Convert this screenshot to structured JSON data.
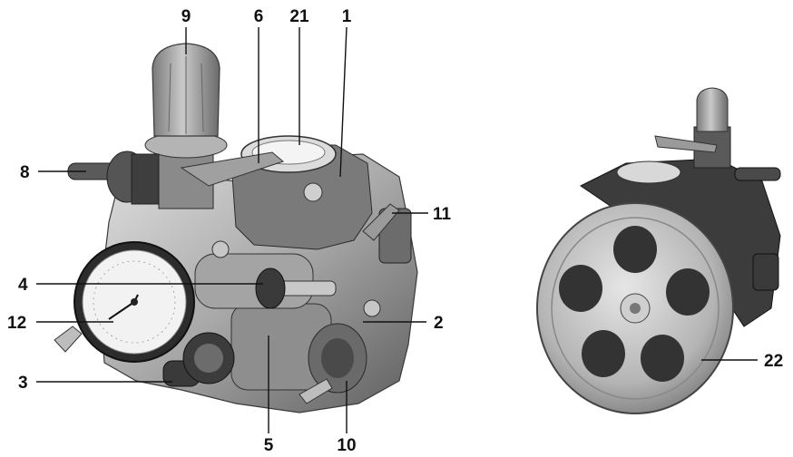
{
  "callouts": {
    "c9": "9",
    "c6": "6",
    "c21": "21",
    "c1": "1",
    "c8": "8",
    "c11": "11",
    "c4": "4",
    "c12": "12",
    "c2": "2",
    "c3": "3",
    "c22": "22",
    "c5": "5",
    "c10": "10"
  },
  "colors": {
    "metal_light": "#d0d0d0",
    "metal_mid": "#9a9a9a",
    "metal_dark": "#4a4a4a",
    "black_part": "#2a2a2a",
    "line": "#111111"
  }
}
